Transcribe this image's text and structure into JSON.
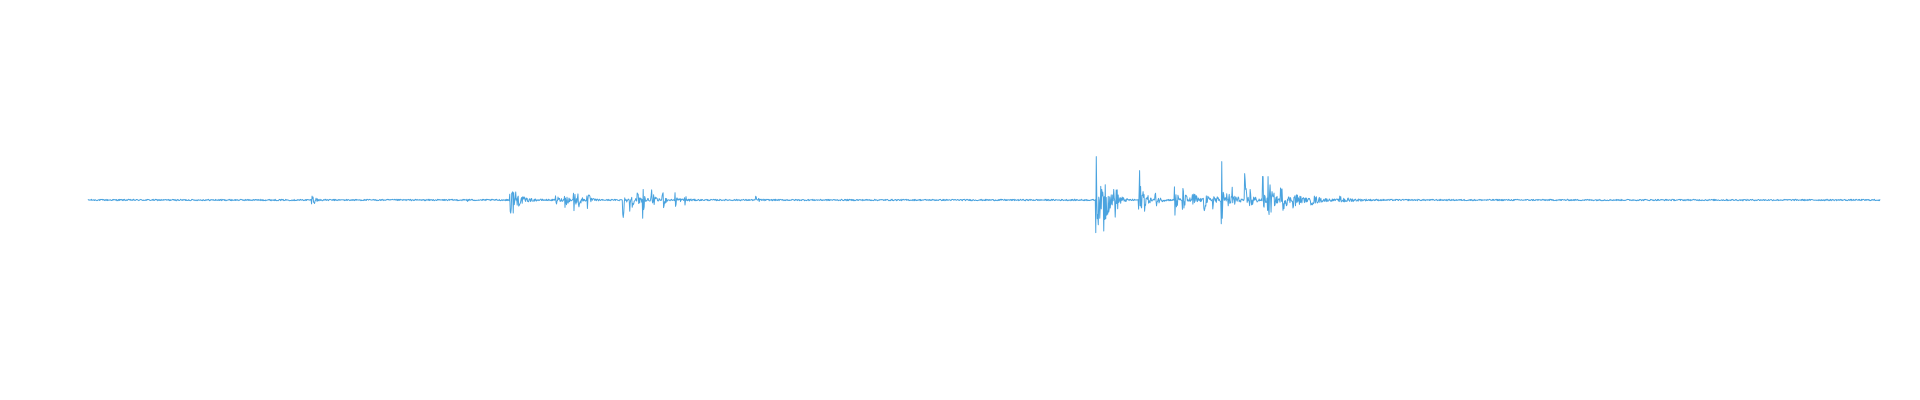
{
  "chart_data": {
    "type": "line",
    "title": "",
    "xlabel": "",
    "ylabel": "",
    "xlim": [
      0,
      1
    ],
    "ylim": [
      -1,
      1
    ],
    "grid": false,
    "axes_visible": false,
    "series": [
      {
        "color": "#4aa3df",
        "baseline_noise": 0.006,
        "bursts": [
          {
            "x": 0.125,
            "amp": 0.06,
            "width": 0.0015
          },
          {
            "x": 0.211,
            "amp": 0.03,
            "width": 0.0008
          },
          {
            "x": 0.2355,
            "amp": 0.22,
            "width": 0.0015
          },
          {
            "x": 0.2375,
            "amp": 0.08,
            "width": 0.004
          },
          {
            "x": 0.261,
            "amp": 0.06,
            "width": 0.0015
          },
          {
            "x": 0.266,
            "amp": 0.07,
            "width": 0.0015
          },
          {
            "x": 0.271,
            "amp": 0.14,
            "width": 0.001
          },
          {
            "x": 0.2735,
            "amp": 0.07,
            "width": 0.0015
          },
          {
            "x": 0.2785,
            "amp": 0.08,
            "width": 0.0015
          },
          {
            "x": 0.2985,
            "amp": 0.25,
            "width": 0.0007
          },
          {
            "x": 0.3025,
            "amp": 0.2,
            "width": 0.001
          },
          {
            "x": 0.306,
            "amp": 0.09,
            "width": 0.0015
          },
          {
            "x": 0.3095,
            "amp": 0.15,
            "width": 0.001
          },
          {
            "x": 0.3145,
            "amp": 0.08,
            "width": 0.0015
          },
          {
            "x": 0.3205,
            "amp": 0.13,
            "width": 0.001
          },
          {
            "x": 0.3275,
            "amp": 0.07,
            "width": 0.0015
          },
          {
            "x": 0.333,
            "amp": 0.04,
            "width": 0.0015
          },
          {
            "x": 0.3725,
            "amp": 0.03,
            "width": 0.0015
          },
          {
            "x": 0.5625,
            "amp": 0.42,
            "width": 0.002
          },
          {
            "x": 0.5665,
            "amp": 0.3,
            "width": 0.0025
          },
          {
            "x": 0.5725,
            "amp": 0.18,
            "width": 0.002
          },
          {
            "x": 0.5865,
            "amp": 0.4,
            "width": 0.0008
          },
          {
            "x": 0.5885,
            "amp": 0.14,
            "width": 0.002
          },
          {
            "x": 0.5955,
            "amp": 0.06,
            "width": 0.002
          },
          {
            "x": 0.6065,
            "amp": 0.34,
            "width": 0.0008
          },
          {
            "x": 0.6105,
            "amp": 0.12,
            "width": 0.002
          },
          {
            "x": 0.6165,
            "amp": 0.09,
            "width": 0.002
          },
          {
            "x": 0.6225,
            "amp": 0.13,
            "width": 0.0015
          },
          {
            "x": 0.6275,
            "amp": 0.08,
            "width": 0.002
          },
          {
            "x": 0.6325,
            "amp": 0.55,
            "width": 0.0006
          },
          {
            "x": 0.6355,
            "amp": 0.09,
            "width": 0.002
          },
          {
            "x": 0.6385,
            "amp": 0.1,
            "width": 0.002
          },
          {
            "x": 0.6455,
            "amp": 0.25,
            "width": 0.0008
          },
          {
            "x": 0.6485,
            "amp": 0.1,
            "width": 0.002
          },
          {
            "x": 0.6555,
            "amp": 0.3,
            "width": 0.0008
          },
          {
            "x": 0.6585,
            "amp": 0.2,
            "width": 0.0025
          },
          {
            "x": 0.6655,
            "amp": 0.12,
            "width": 0.003
          },
          {
            "x": 0.6725,
            "amp": 0.07,
            "width": 0.004
          },
          {
            "x": 0.6825,
            "amp": 0.04,
            "width": 0.005
          },
          {
            "x": 0.6985,
            "amp": 0.025,
            "width": 0.006
          }
        ]
      }
    ]
  }
}
